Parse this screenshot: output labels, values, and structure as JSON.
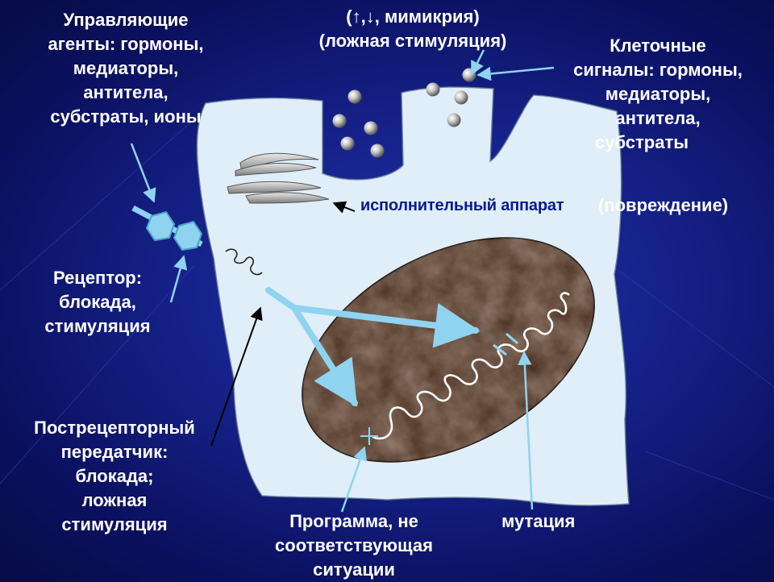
{
  "labels": {
    "control_agents": [
      "Управляющие",
      "агенты: гормоны,",
      "медиаторы,",
      "антитела,",
      "субстраты, ионы"
    ],
    "mimicry": [
      "(↑,↓, мимикрия)",
      "(ложная стимуляция)"
    ],
    "cell_signals": [
      "Клеточные",
      "сигналы: гормоны,",
      "медиаторы,",
      "антитела,",
      "субстраты"
    ],
    "executive_apparatus": "исполнительный аппарат",
    "damage": "(повреждение)",
    "receptor": [
      "Рецептор:",
      "блокада,",
      "стимуляция"
    ],
    "postreceptor": [
      "Пострецепторный",
      "передатчик:",
      "блокада;",
      "ложная",
      "стимуляция"
    ],
    "program": [
      "Программа, не",
      "соответствующая",
      "ситуации"
    ],
    "mutation": "мутация"
  },
  "colors": {
    "background": "#1a2a9c",
    "cell": "#dfeef8",
    "nucleus": "#4a2e1e",
    "arrow": "#8fd3f0",
    "label": "#ffffff",
    "label_dark": "#0a1a8a"
  }
}
